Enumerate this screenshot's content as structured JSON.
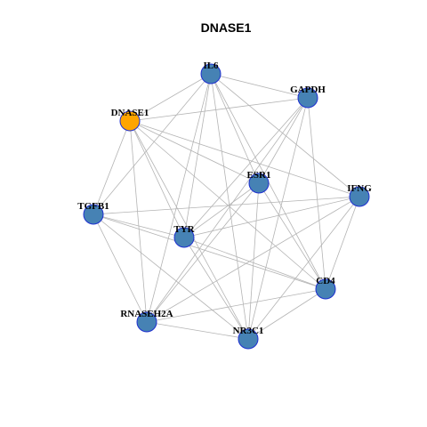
{
  "title": "DNASE1",
  "colors": {
    "query_node": "#FFA500",
    "other_node": "#4682B4",
    "node_border": "#1E2FD0",
    "edge": "#B4B4B4"
  },
  "nodes": [
    {
      "id": "IL6",
      "label": "IL6",
      "query": false
    },
    {
      "id": "GAPDH",
      "label": "GAPDH",
      "query": false
    },
    {
      "id": "DNASE1",
      "label": "DNASE1",
      "query": true
    },
    {
      "id": "ESR1",
      "label": "ESR1",
      "query": false
    },
    {
      "id": "IFNG",
      "label": "IFNG",
      "query": false
    },
    {
      "id": "TGFB1",
      "label": "TGFB1",
      "query": false
    },
    {
      "id": "TYR",
      "label": "TYR",
      "query": false
    },
    {
      "id": "CD4",
      "label": "CD4",
      "query": false
    },
    {
      "id": "RNASEH2A",
      "label": "RNASEH2A",
      "query": false
    },
    {
      "id": "NR3C1",
      "label": "NR3C1",
      "query": false
    }
  ],
  "edges": [
    [
      "IL6",
      "GAPDH"
    ],
    [
      "IL6",
      "DNASE1"
    ],
    [
      "IL6",
      "ESR1"
    ],
    [
      "IL6",
      "IFNG"
    ],
    [
      "IL6",
      "TGFB1"
    ],
    [
      "IL6",
      "TYR"
    ],
    [
      "IL6",
      "CD4"
    ],
    [
      "IL6",
      "RNASEH2A"
    ],
    [
      "IL6",
      "NR3C1"
    ],
    [
      "GAPDH",
      "DNASE1"
    ],
    [
      "GAPDH",
      "ESR1"
    ],
    [
      "GAPDH",
      "TYR"
    ],
    [
      "GAPDH",
      "CD4"
    ],
    [
      "GAPDH",
      "RNASEH2A"
    ],
    [
      "GAPDH",
      "NR3C1"
    ],
    [
      "DNASE1",
      "ESR1"
    ],
    [
      "DNASE1",
      "IFNG"
    ],
    [
      "DNASE1",
      "TGFB1"
    ],
    [
      "DNASE1",
      "TYR"
    ],
    [
      "DNASE1",
      "CD4"
    ],
    [
      "DNASE1",
      "RNASEH2A"
    ],
    [
      "DNASE1",
      "NR3C1"
    ],
    [
      "ESR1",
      "TYR"
    ],
    [
      "ESR1",
      "CD4"
    ],
    [
      "ESR1",
      "RNASEH2A"
    ],
    [
      "ESR1",
      "NR3C1"
    ],
    [
      "IFNG",
      "TGFB1"
    ],
    [
      "IFNG",
      "TYR"
    ],
    [
      "IFNG",
      "CD4"
    ],
    [
      "IFNG",
      "RNASEH2A"
    ],
    [
      "IFNG",
      "NR3C1"
    ],
    [
      "TGFB1",
      "TYR"
    ],
    [
      "TGFB1",
      "CD4"
    ],
    [
      "TGFB1",
      "RNASEH2A"
    ],
    [
      "TGFB1",
      "NR3C1"
    ],
    [
      "TYR",
      "CD4"
    ],
    [
      "TYR",
      "NR3C1"
    ],
    [
      "CD4",
      "RNASEH2A"
    ],
    [
      "CD4",
      "NR3C1"
    ],
    [
      "RNASEH2A",
      "NR3C1"
    ]
  ]
}
